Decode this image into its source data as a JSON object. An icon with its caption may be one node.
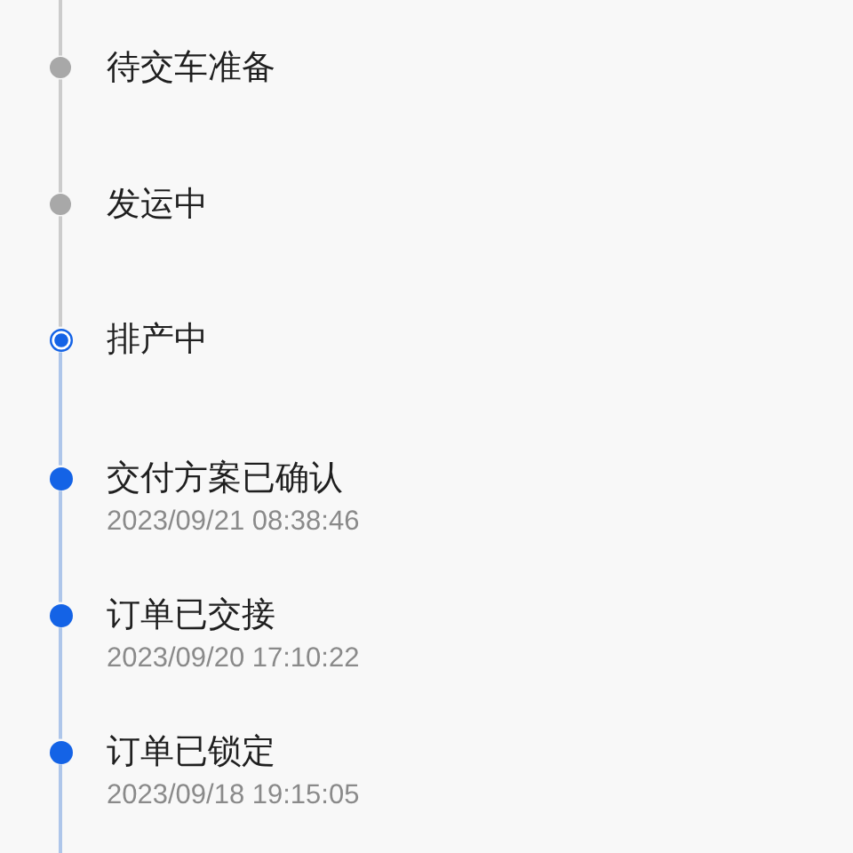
{
  "diagram": {
    "nodes": [
      {
        "text": [],
        "shape": "circle",
        "beside": [
          "待交车准备"
        ]
      },
      {
        "text": [],
        "shape": "circle",
        "beside": [
          "发运中"
        ]
      },
      {
        "text": [],
        "shape": "circle",
        "beside": [
          "排产中"
        ]
      },
      {
        "text": [],
        "shape": "circle",
        "beside": [
          "交付方案已确认",
          "2023/09/21 08:38:46"
        ]
      },
      {
        "text": [],
        "shape": "circle",
        "beside": [
          "订单已交接",
          "2023/09/20 17:10:22"
        ]
      },
      {
        "text": [],
        "shape": "circle",
        "beside": [
          "订单已锁定",
          "2023/09/18 19:15:05"
        ]
      }
    ],
    "edges": [
      {
        "from": null,
        "to": 0,
        "arrow": "none",
        "color": "#cccccc"
      },
      {
        "from": 0,
        "to": 1,
        "arrow": "none",
        "color": "#cccccc"
      },
      {
        "from": 1,
        "to": 2,
        "arrow": "none",
        "color": "#cccccc"
      },
      {
        "from": 2,
        "to": 3,
        "arrow": "none"
      },
      {
        "from": 3,
        "to": 4,
        "arrow": "none"
      },
      {
        "from": 4,
        "to": 5,
        "arrow": "none"
      },
      {
        "from": 5,
        "to": null,
        "arrow": "none"
      }
    ]
  }
}
